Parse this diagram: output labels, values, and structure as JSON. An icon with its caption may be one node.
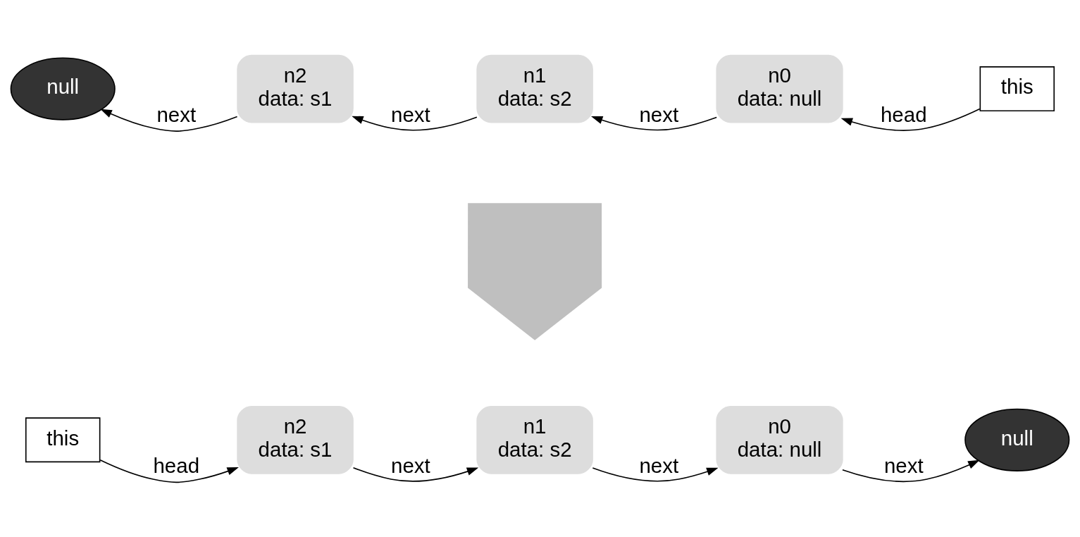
{
  "diagram": {
    "nodes": [
      {
        "text": [
          "this"
        ]
      },
      {
        "text": [
          "n2",
          "data: s1"
        ]
      },
      {
        "text": [
          "n1",
          "data: s2"
        ]
      },
      {
        "text": [
          "n0",
          "data: null"
        ]
      },
      {
        "text": [
          "null"
        ]
      },
      {
        "text": [],
        "shape": "arrow"
      },
      {
        "text": [
          "null"
        ]
      },
      {
        "text": [
          "n2",
          "data: s1"
        ]
      },
      {
        "text": [
          "n1",
          "data: s2"
        ]
      },
      {
        "text": [
          "n0",
          "data: null"
        ]
      },
      {
        "text": [
          "this"
        ]
      }
    ],
    "edges": [
      {
        "from": 0,
        "to": 1,
        "arrow": "to",
        "label": "head"
      },
      {
        "from": 1,
        "to": 2,
        "arrow": "to",
        "label": "next"
      },
      {
        "from": 2,
        "to": 3,
        "arrow": "to",
        "label": "next"
      },
      {
        "from": 3,
        "to": 4,
        "arrow": "to",
        "label": "next"
      },
      {
        "from": 10,
        "to": 9,
        "arrow": "to",
        "label": "head"
      },
      {
        "from": 9,
        "to": 8,
        "arrow": "to",
        "label": "next"
      },
      {
        "from": 8,
        "to": 7,
        "arrow": "to",
        "label": "next"
      },
      {
        "from": 7,
        "to": 6,
        "arrow": "to",
        "label": "next"
      }
    ]
  }
}
